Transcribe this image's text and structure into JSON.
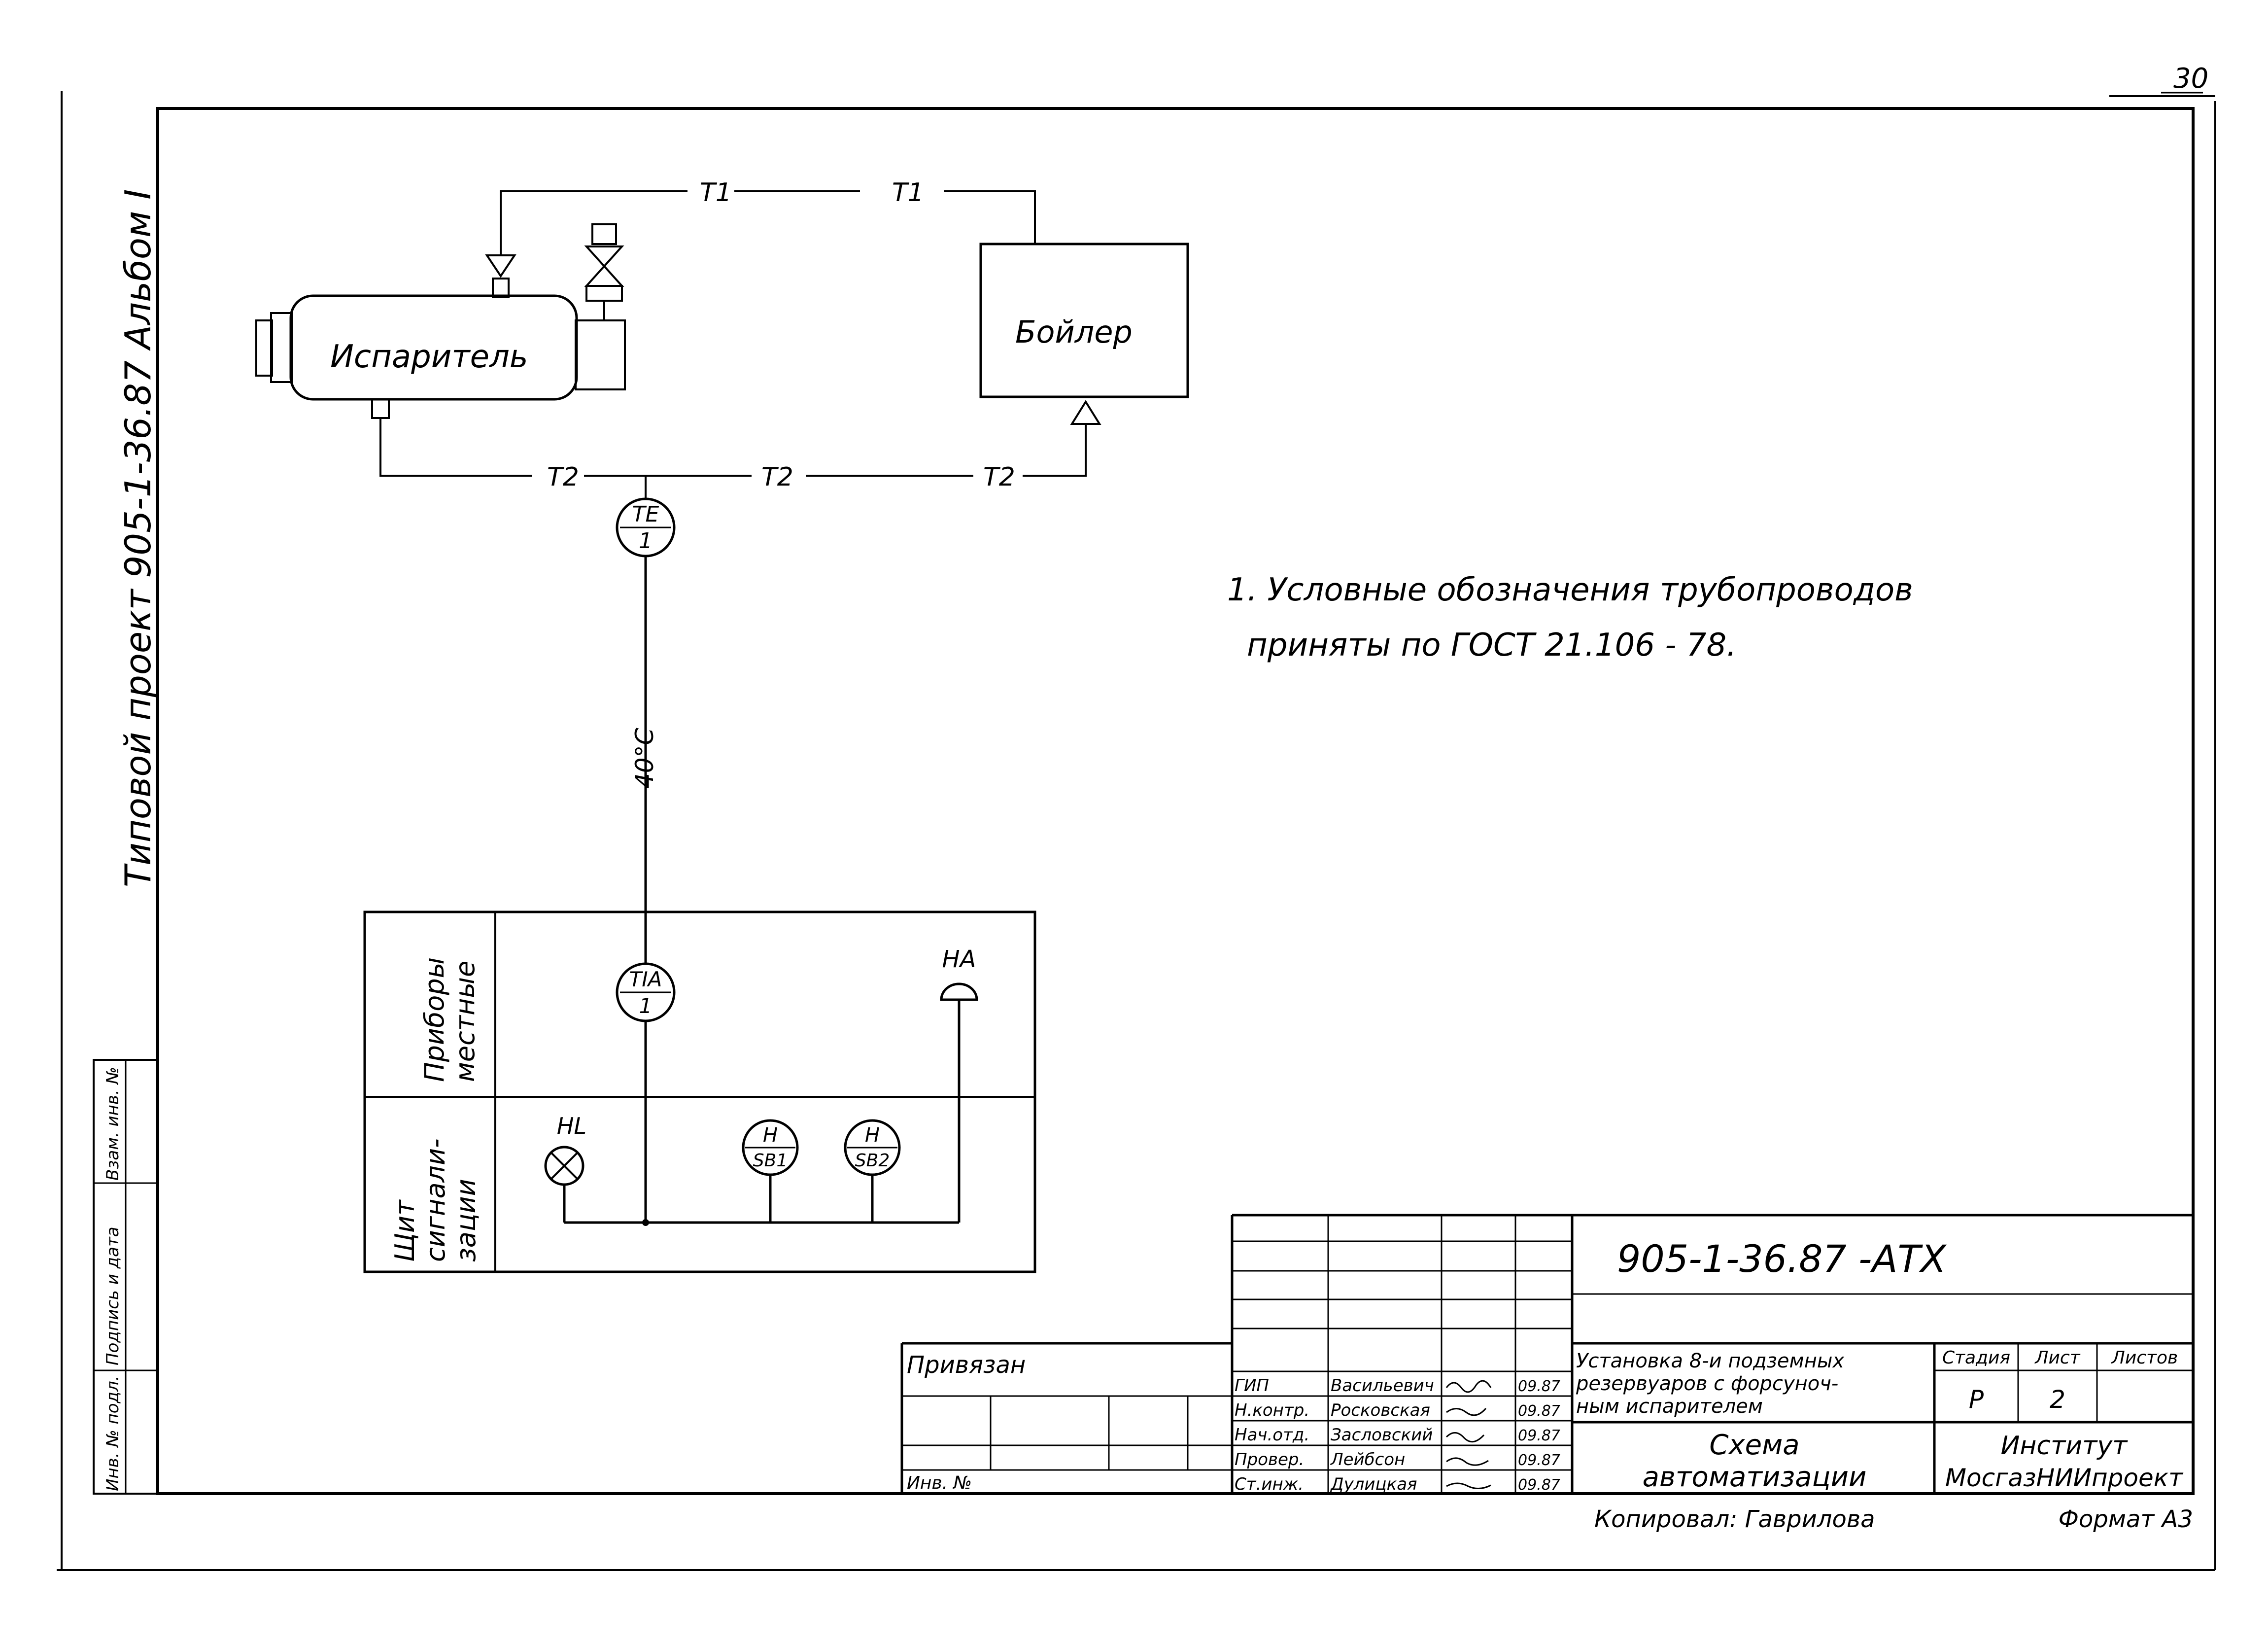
{
  "sheet": {
    "page_number": "30",
    "side_label": "Типовой проект  905-1-36.87  Альбом I"
  },
  "equipment": {
    "evaporator": "Испаритель",
    "boiler": "Бойлер"
  },
  "pipes": {
    "t1": "T1",
    "t2": "T2"
  },
  "instruments": {
    "te": {
      "code": "TE",
      "num": "1"
    },
    "tia": {
      "code": "TIA",
      "num": "1"
    },
    "setpoint": "40°C",
    "ha": "HA",
    "hl": "HL",
    "sb1": {
      "code": "H",
      "num": "SB1"
    },
    "sb2": {
      "code": "H",
      "num": "SB2"
    }
  },
  "panel": {
    "row1": "Приборы местные",
    "row2": "Щит сигнали-зации"
  },
  "note": {
    "line1": "1. Условные обозначения трубопроводов",
    "line2": "приняты по ГОСТ 21.106 - 78."
  },
  "title_block": {
    "doc_code": "905-1-36.87 -АТХ",
    "description": [
      "Установка 8-и подземных",
      "резервуаров с форсуноч-",
      "ным испарителем"
    ],
    "title": [
      "Схема",
      "автоматизации"
    ],
    "stage_label": "Стадия",
    "sheet_label": "Лист",
    "sheets_label": "Листов",
    "stage": "Р",
    "sheet_no": "2",
    "org": [
      "Институт",
      "МосгазНИИпроект"
    ],
    "signers": [
      {
        "role": "ГИП",
        "name": "Васильевич",
        "date": "09.87"
      },
      {
        "role": "Н.контр.",
        "name": "Росковская",
        "date": "09.87"
      },
      {
        "role": "Нач.отд.",
        "name": "Засловский",
        "date": "09.87"
      },
      {
        "role": "Провер.",
        "name": "Лейбсон",
        "date": "09.87"
      },
      {
        "role": "Ст.инж.",
        "name": "Дулицкая",
        "date": "09.87"
      }
    ],
    "privyazan": "Привязан",
    "inv_no": "Инв. №",
    "copied": "Копировал: Гаврилова",
    "format": "Формат А3"
  },
  "stamp_column": {
    "cell1": "Инв. № подл.",
    "cell2": "Подпись и дата",
    "cell3": "Взам. инв. №"
  }
}
